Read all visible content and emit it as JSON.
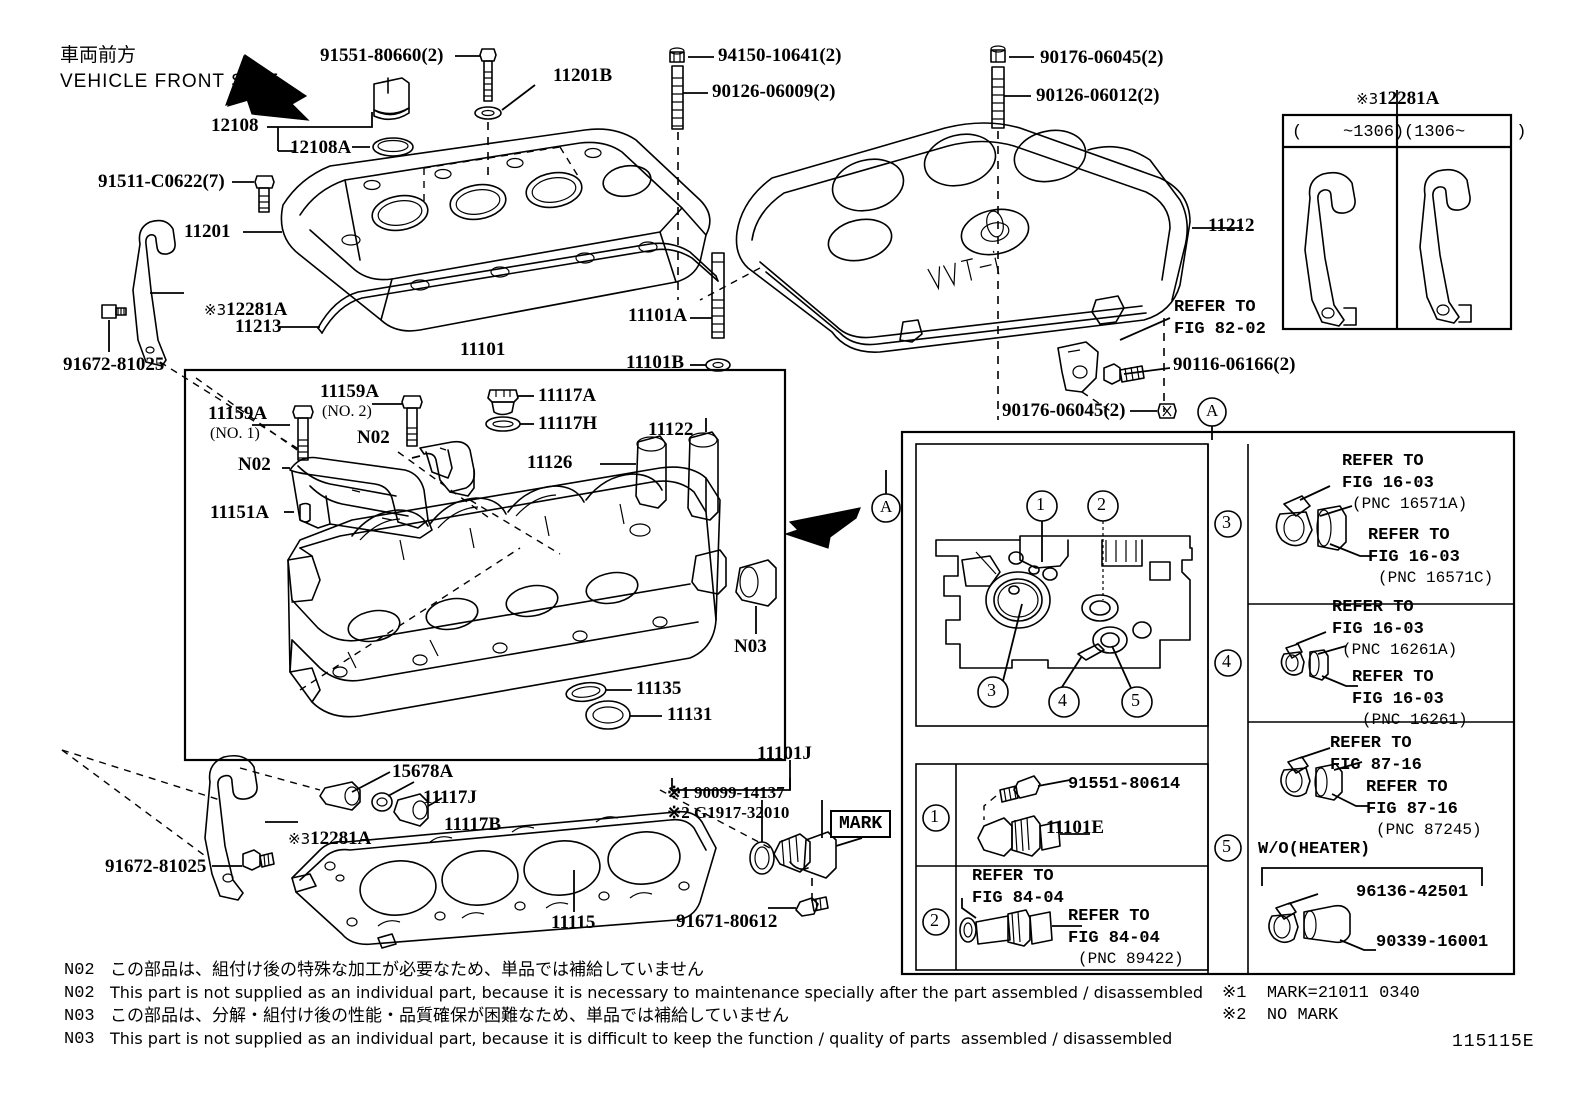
{
  "meta": {
    "figure_id": "115115E",
    "title_jp": "車両前方",
    "title_en": "VEHICLE FRONT SIDE"
  },
  "top_labels": {
    "p91551_80660": "91551-80660(2)",
    "p11201B": "11201B",
    "p12108": "12108",
    "p12108A": "12108A",
    "p91511_C0622": "91511-C0622(7)",
    "p11201": "11201",
    "p12281A_upper": "12281A",
    "p11213": "11213",
    "p91672_81025_upper": "91672-81025",
    "p94150_10641": "94150-10641(2)",
    "p90126_06009": "90126-06009(2)",
    "p90176_06045_top": "90176-06045(2)",
    "p90126_06012": "90126-06012(2)",
    "p11101A": "11101A",
    "p11101B": "11101B",
    "p11101": "11101",
    "p11212": "11212",
    "p90116_06166": "90116-06166(2)",
    "p90176_06045_mid": "90176-06045(2)",
    "refer_82_02_l1": "REFER TO",
    "refer_82_02_l2": "FIG 82-02"
  },
  "head_panel": {
    "p11159A_no1": "11159A",
    "p11159A_no1_sub": "(NO. 1)",
    "p11159A_no2": "11159A",
    "p11159A_no2_sub": "(NO. 2)",
    "n02_left": "N02",
    "n02_right": "N02",
    "p11151A": "11151A",
    "p11117A": "11117A",
    "p11117H": "11117H",
    "p11126": "11126",
    "p11122": "11122",
    "n03": "N03",
    "p11135": "11135",
    "p11131": "11131"
  },
  "bottom_labels": {
    "p12281A_lower": "12281A",
    "p91672_81025_lower": "91672-81025",
    "p15678A": "15678A",
    "p11117J": "11117J",
    "p11117B": "11117B",
    "p11115": "11115",
    "p11101J": "11101J",
    "mark_1": "※1 90099-14137",
    "mark_2": "※2 G1917-32010",
    "mark_box": "MARK",
    "p91671_80612": "91671-80612"
  },
  "variant_table": {
    "header": "12281A",
    "prefix": "※3",
    "col1": "(    ~1306)",
    "col2": "(1306~     )"
  },
  "detail_callouts": {
    "n1": "1",
    "n2": "2",
    "n3": "3",
    "n4": "4",
    "n5": "5"
  },
  "detail_rows": [
    {
      "num": "3",
      "lines": [
        {
          "text": "REFER TO",
          "kind": "refer"
        },
        {
          "text": "FIG 16-03",
          "kind": "refer"
        },
        {
          "text": "(PNC 16571A)",
          "kind": "pnc"
        },
        {
          "text": "REFER TO",
          "kind": "refer"
        },
        {
          "text": "FIG 16-03",
          "kind": "refer"
        },
        {
          "text": "(PNC 16571C)",
          "kind": "pnc"
        }
      ]
    },
    {
      "num": "4",
      "lines": [
        {
          "text": "REFER TO",
          "kind": "refer"
        },
        {
          "text": "FIG 16-03",
          "kind": "refer"
        },
        {
          "text": "(PNC 16261A)",
          "kind": "pnc"
        },
        {
          "text": "REFER TO",
          "kind": "refer"
        },
        {
          "text": "FIG 16-03",
          "kind": "refer"
        },
        {
          "text": "(PNC 16261)",
          "kind": "pnc"
        }
      ]
    },
    {
      "num": "5",
      "lines": [
        {
          "text": "REFER TO",
          "kind": "refer"
        },
        {
          "text": "FIG 87-16",
          "kind": "refer"
        },
        {
          "text": "REFER TO",
          "kind": "refer"
        },
        {
          "text": "FIG 87-16",
          "kind": "refer"
        },
        {
          "text": "(PNC 87245)",
          "kind": "pnc"
        },
        {
          "text": "W/O(HEATER)",
          "kind": "refer"
        },
        {
          "text": "96136-42501",
          "kind": "refer"
        },
        {
          "text": "90339-16001",
          "kind": "refer"
        }
      ]
    }
  ],
  "left_detail_rows": [
    {
      "num": "1",
      "lines": [
        {
          "text": "91551-80614",
          "kind": "refer"
        },
        {
          "text": "11101E",
          "kind": "pn"
        }
      ]
    },
    {
      "num": "2",
      "lines": [
        {
          "text": "REFER TO",
          "kind": "refer"
        },
        {
          "text": "FIG 84-04",
          "kind": "refer"
        },
        {
          "text": "REFER TO",
          "kind": "refer"
        },
        {
          "text": "FIG 84-04",
          "kind": "refer"
        },
        {
          "text": "(PNC 89422)",
          "kind": "pnc"
        }
      ]
    }
  ],
  "detail_5_wo_heater": "W/O(HEATER)",
  "detail_5_p96136": "96136-42501",
  "detail_5_p90339": "90339-16001",
  "detail_1_p91551": "91551-80614",
  "detail_1_p11101E": "11101E",
  "detail_2_refer_l1": "REFER TO",
  "detail_2_refer_l2": "FIG 84-04",
  "detail_2_refer_l3": "REFER TO",
  "detail_2_refer_l4": "FIG 84-04",
  "detail_2_pnc": "(PNC 89422)",
  "notes": {
    "n02_code_a": "N02",
    "n02_jp": "この部品は、組付け後の特殊な加工が必要なため、単品では補給していません",
    "n02_code_b": "N02",
    "n02_en": "This part is not supplied as an individual part, because it is necessary to maintenance specially after the part assembled / disassembled",
    "n03_code_a": "N03",
    "n03_jp": "この部品は、分解・組付け後の性能・品質確保が困難なため、単品では補給していません",
    "n03_code_b": "N03",
    "n03_en": "This part is not supplied as an individual part, because it is difficult to keep the function / quality of parts  assembled / disassembled",
    "mark1": "※1  MARK=21011 0340",
    "mark2": "※2  NO MARK"
  },
  "marker_a": "A",
  "colors": {
    "line": "#000000",
    "background": "#ffffff"
  }
}
